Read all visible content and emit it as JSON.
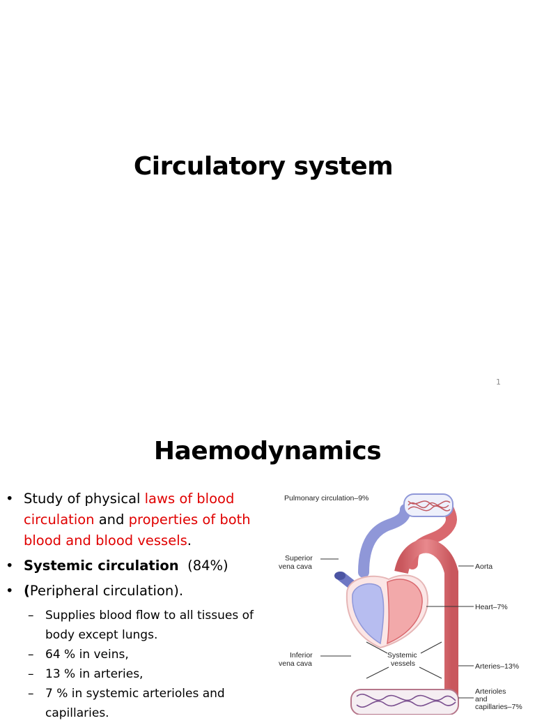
{
  "slide1": {
    "title": "Circulatory system",
    "page_number": "1"
  },
  "slide2": {
    "title": "Haemodynamics",
    "bullet1": {
      "t1": "Study of physical ",
      "t2": "laws of blood circulation",
      "t3": " and ",
      "t4": "properties of both blood and blood vessels",
      "t5": "."
    },
    "bullet2": {
      "bold": "Systemic circulation",
      "rest": "  (84%)"
    },
    "bullet3": {
      "bold": "(",
      "rest": "Peripheral circulation)."
    },
    "sub_items": [
      "Supplies blood flow to all tissues of body except lungs.",
      "64 % in veins,",
      "13 % in arteries,",
      "7 % in systemic arterioles and capillaries."
    ],
    "diagram": {
      "pulmonary": "Pulmonary circulation–9%",
      "superior_1": "Superior",
      "superior_2": "vena cava",
      "aorta": "Aorta",
      "heart": "Heart–7%",
      "inferior_1": "Inferior",
      "inferior_2": "vena cava",
      "systemic_1": "Systemic",
      "systemic_2": "vessels",
      "arteries": "Arteries–13%",
      "arterioles_1": "Arterioles",
      "arterioles_2": "and",
      "arterioles_3": "capillaries–7%",
      "colors": {
        "vein": "#8f97d8",
        "artery": "#d9686e",
        "heart_left": "#b7bdf0",
        "heart_right": "#f2a9aa"
      }
    }
  }
}
